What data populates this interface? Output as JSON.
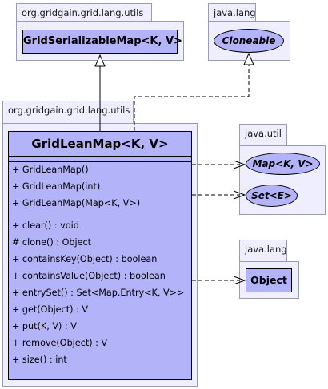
{
  "packages": {
    "utils_top": {
      "label": "org.gridgain.grid.lang.utils"
    },
    "lang_top": {
      "label": "java.lang"
    },
    "utils_main": {
      "label": "org.gridgain.grid.lang.utils"
    },
    "java_util": {
      "label": "java.util"
    },
    "lang_bottom": {
      "label": "java.lang"
    }
  },
  "classes": {
    "serializable_map": {
      "name": "GridSerializableMap<K, V>"
    },
    "cloneable": {
      "name": "Cloneable"
    },
    "grid_lean_map": {
      "name": "GridLeanMap<K, V>"
    },
    "map": {
      "name": "Map<K, V>"
    },
    "set": {
      "name": "Set<E>"
    },
    "object": {
      "name": "Object"
    }
  },
  "constructors": [
    "+ GridLeanMap()",
    "+ GridLeanMap(int)",
    "+ GridLeanMap(Map<K, V>)"
  ],
  "methods": [
    "+ clear() : void",
    "# clone() : Object",
    "+ containsKey(Object) : boolean",
    "+ containsValue(Object) : boolean",
    "+ entrySet() : Set<Map.Entry<K, V>>",
    "+ get(Object) : V",
    "+ put(K, V) : V",
    "+ remove(Object) : V",
    "+ size() : int"
  ]
}
